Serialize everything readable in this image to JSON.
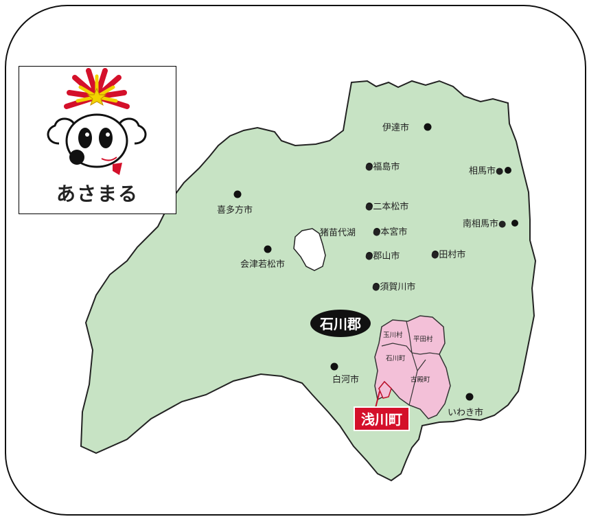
{
  "mascot": {
    "name": "あさまる"
  },
  "county": {
    "label": "石川郡"
  },
  "highlight": {
    "label": "浅川町",
    "color": "#d4102a"
  },
  "colors": {
    "prefecture_fill": "#c7e3c4",
    "county_fill": "#f3c0d8",
    "lake_fill": "#ffffff"
  },
  "lake": {
    "label": "猪苗代湖"
  },
  "cities": {
    "date": "伊達市",
    "fukushima": "●福島市",
    "soma": "相馬市●",
    "kitakata": "喜多方市",
    "nihonmatsu": "●二本松市",
    "motomiya": "●本宮市",
    "minamisoma": "南相馬市●",
    "aizuwakamatsu": "会津若松市",
    "koriyama": "●郡山市",
    "tamura": "●田村市",
    "sukagawa": "●須賀川市",
    "shirakawa": "白河市",
    "iwaki": "いわき市"
  },
  "towns": {
    "tamakawa": "玉川村",
    "hirata": "平田村",
    "ishikawa": "石川町",
    "furudono": "古殿町"
  }
}
